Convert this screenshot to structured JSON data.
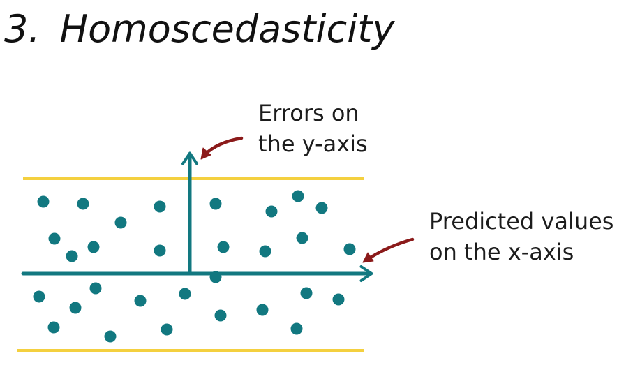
{
  "slide": {
    "title_number": "3.",
    "title_text": "Homoscedasticity"
  },
  "annotations": {
    "y_axis": [
      "Errors on",
      "the y-axis"
    ],
    "x_axis": [
      "Predicted values",
      "on the x-axis"
    ]
  },
  "colors": {
    "dots": "#127880",
    "axes": "#127880",
    "bounds": "#f4d03f",
    "pointer_arrows": "#8b1a1a",
    "text": "#1c1c1c"
  }
}
